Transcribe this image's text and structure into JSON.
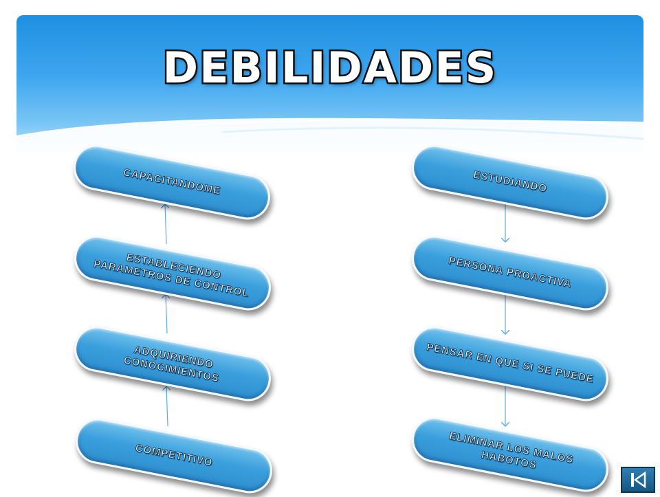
{
  "title": "DEBILIDADES",
  "left_column": {
    "nodes": [
      {
        "id": "capacitandome",
        "label": "CAPACITANDOME"
      },
      {
        "id": "estableciendo",
        "label": "ESTABLECIENDO PARAMETROS DE CONTROL"
      },
      {
        "id": "adquiriendo",
        "label": "ADQUIRIENDO CONOCIMIENTOS"
      },
      {
        "id": "competitivo",
        "label": "COMPETITIVO"
      }
    ],
    "flow": "upward"
  },
  "right_column": {
    "nodes": [
      {
        "id": "estudiando",
        "label": "ESTUDIANDO"
      },
      {
        "id": "persona-proactiva",
        "label": "PERSONA PROACTIVA"
      },
      {
        "id": "pensar",
        "label": "PENSAR EN QUE SI SE PUEDE"
      },
      {
        "id": "eliminar",
        "label": "ELIMINAR LOS MALOS HABOTOS"
      }
    ],
    "flow": "downward"
  },
  "colors": {
    "pill": "#3a9fdc",
    "arrow": "#5aaee4",
    "header": "#2a9be6"
  },
  "nav": {
    "icon": "skip-to-start-icon"
  }
}
